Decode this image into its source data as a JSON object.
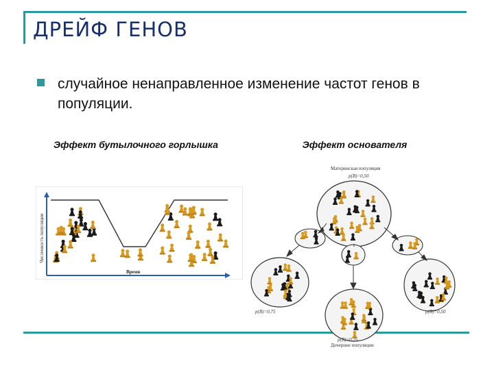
{
  "slide": {
    "title": "ДРЕЙФ ГЕНОВ",
    "bullet": "случайное ненаправленное изменение частот генов в популяции.",
    "caption_left": "Эффект бутылочного горлышка",
    "caption_right": "Эффект  основателя",
    "accent_color": "#2a9a9a",
    "title_color": "#17306b"
  },
  "bottleneck_figure": {
    "y_axis_label": "Численность популяции",
    "x_axis_label": "Время",
    "icons": [
      "black-pawn-icon",
      "gold-pawn-icon"
    ]
  },
  "founder_figure": {
    "parent_label": "Материнская популяция",
    "parent_freq": "p(B)=0,50",
    "left_freq": "p(B)=0,75",
    "center_freq": "p(B)=0,25",
    "right_freq": "p(B)=0,50",
    "daughter_label": "Дочерние популяции",
    "icons": [
      "black-pawn-icon",
      "gold-pawn-icon"
    ]
  }
}
